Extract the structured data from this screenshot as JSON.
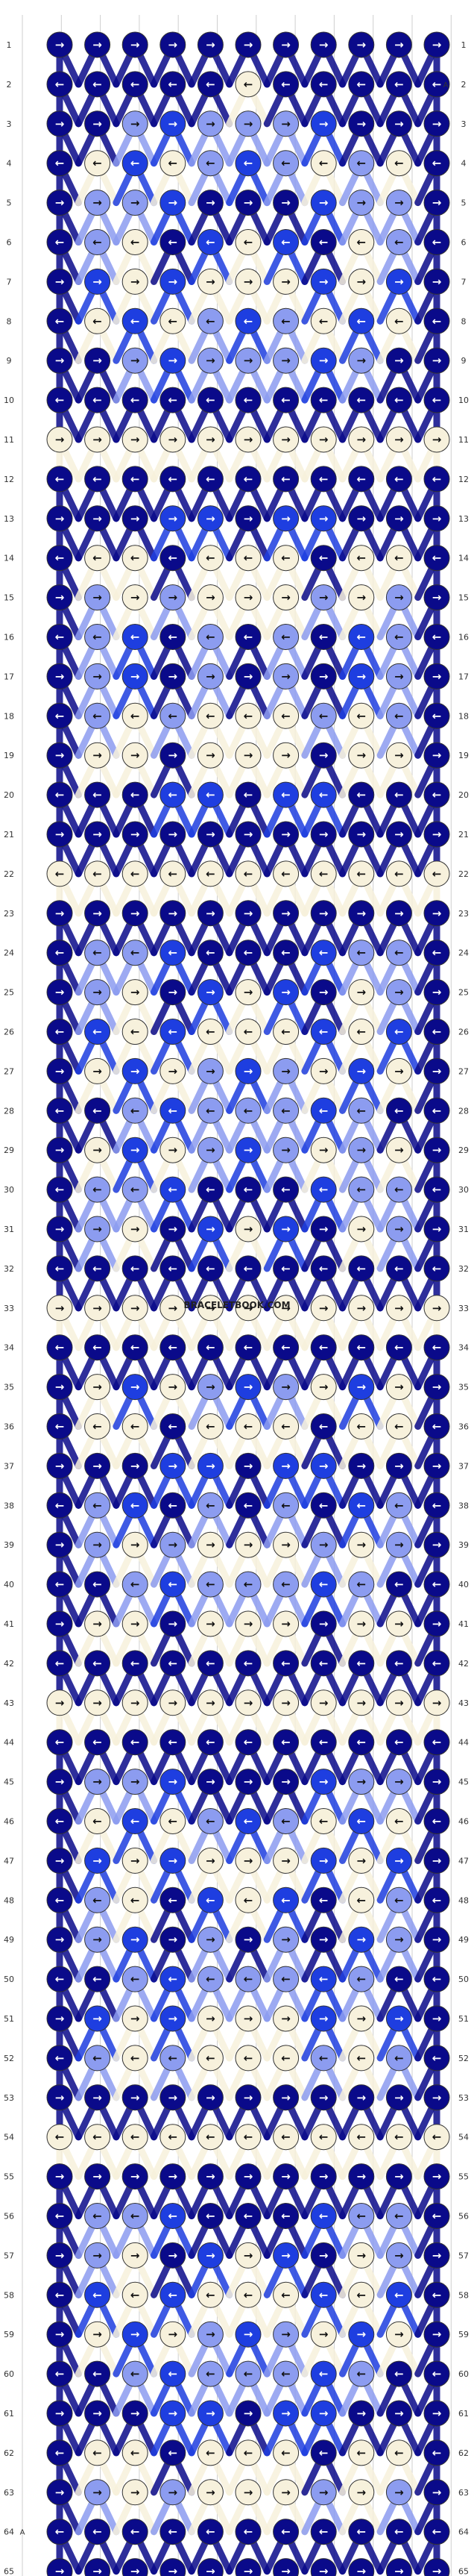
{
  "watermark": "BRACELETBOOK.COM",
  "colors": {
    "A": "#0a0a8a",
    "B": "#1e3ee0",
    "C": "#8c9cf0",
    "D": "#f7f1dc"
  },
  "strings": [
    "D",
    "A",
    "A",
    "C",
    "B",
    "D",
    "D",
    "B",
    "C",
    "A",
    "A",
    "D"
  ],
  "pattern_rows": [
    "AAAAAAAAAAA",
    "AAAAADAAAAA",
    "AACBCCCBAAA",
    "ADBDCBCDCDA",
    "ACCBAAABCCA",
    "ACDABDBADCA",
    "ABDBDDDBDBA",
    "ADBDCBCDBDA",
    "AACBCCCBCAA",
    "AAAAAAAAAAA",
    "DDDDDDDDDDD",
    "AAAAAAAAAAA",
    "AAABBABBAAA",
    "ADDADDDADDA",
    "ACDCDDDCDCA",
    "ACBACACABCA",
    "ACBACACABCA",
    "ACDCDDDCDCA",
    "ADDADDDADDA",
    "AAABBABBAAA",
    "AAAAAAAAAAA",
    "DDDDDDDDDDD",
    "AAAAAAAAAAA",
    "ACCBAAABCCA",
    "ACDABDBADCA",
    "ABDBDDDBDBA",
    "ADBDCBCDBDA",
    "AACBCCCBCAA",
    "ADBDCBCDCDA",
    "ACCBAAABCCA",
    "ACDABDBADCA",
    "AAAAAAAAAAA",
    "DDDDDDDDDDD",
    "AAAAAAAAAAA",
    "ADBDCBCDBDA",
    "ADDADDDADDA",
    "AAABBABBAAA",
    "ACBACACABCA",
    "ACDCDDDCDCA",
    "AACBCCCBCAA",
    "ADDADDDADDA",
    "AAAAAAAAAAA",
    "DDDDDDDDDDD",
    "AAAAAAAAAAA",
    "ACCBAAABCCA",
    "ADBDCBCDBDA",
    "ABDBDDDBDBA",
    "ACDABDBADCA",
    "ACBACACABCA",
    "AACBCCCBCAA",
    "ABDBDDDBDBA",
    "ACDCDDDCDCA",
    "AAAAAAAAAAA",
    "DDDDDDDDDDD",
    "AAAAAAAAAAA",
    "ACCBAAABCCA",
    "ACDABDBADCA",
    "ABDBDDDBDBA",
    "ADBDCBCDBDA",
    "AACBCCCBCAA",
    "AAABBABBAAA",
    "ADDADDDADDA",
    "ACDCDDDCDCA",
    "AAAAAAAAAAA",
    "AAAAAAAAAAA"
  ],
  "arrow_rows": [
    "RRRRRRRRRRR",
    "LLLLLLLLLLL",
    "RRRRRRRRRRR",
    "LLLLLLLLLLL",
    "RRRRRRRRRRR",
    "LLLLLLLLLLL",
    "RRRRRRRRRRR",
    "LLLLLLLLLLL",
    "RRRRRRRRRRR",
    "LLLLLLLLLLL",
    "RRRRRRRRRRR",
    "LLLLLLLLLLL",
    "RRRRRRRRRRR",
    "LLLLLLLLLLL",
    "RRRRRRRRRRR",
    "LLLLLLLLLLL",
    "RRRRRRRRRRR",
    "LLLLLLLLLLL",
    "RRRRRRRRRRR",
    "LLLLLLLLLLL",
    "RRRRRRRRRRR",
    "LLLLLLLLLLL",
    "RRRRRRRRRRR",
    "LLLLLLLLLLL",
    "RRRRRRRRRRR",
    "LLLLLLLLLLL",
    "RRRRRRRRRRR",
    "LLLLLLLLLLL",
    "RRRRRRRRRRR",
    "LLLLLLLLLLL",
    "RRRRRRRRRRR",
    "LLLLLLLLLLL",
    "RRRRRRRRRRR",
    "LLLLLLLLLLL",
    "RRRRRRRRRRR",
    "LLLLLLLLLLL",
    "RRRRRRRRRRR",
    "LLLLLLLLLLL",
    "RRRRRRRRRRR",
    "LLLLLLLLLLL",
    "RRRRRRRRRRR",
    "LLLLLLLLLLL",
    "RRRRRRRRRRR",
    "LLLLLLLLLLL",
    "RRRRRRRRRRR",
    "LLLLLLLLLLL",
    "RRRRRRRRRRR",
    "LLLLLLLLLLL",
    "RRRRRRRRRRR",
    "LLLLLLLLLLL",
    "RRRRRRRRRRR",
    "LLLLLLLLLLL",
    "RRRRRRRRRRR",
    "LLLLLLLLLLL",
    "RRRRRRRRRRR",
    "LLLLLLLLLLL",
    "RRRRRRRRRRR",
    "LLLLLLLLLLL",
    "RRRRRRRRRRR",
    "LLLLLLLLLLL",
    "RRRRRRRRRRR",
    "LLLLLLLLLLL",
    "RRRRRRRRRRR",
    "LLLLLLLLLLL",
    "RRRRRRRRRRR"
  ],
  "row_numbers": [
    "1",
    "2",
    "3",
    "4",
    "5",
    "6",
    "7",
    "8",
    "9",
    "10",
    "11",
    "12",
    "13",
    "14",
    "15",
    "16",
    "17",
    "18",
    "19",
    "20",
    "21",
    "22",
    "23",
    "24",
    "25",
    "26",
    "27",
    "28",
    "29",
    "30",
    "31",
    "32",
    "33",
    "34",
    "35",
    "36",
    "37",
    "38",
    "39",
    "40",
    "41",
    "42",
    "43",
    "44",
    "45",
    "46",
    "47",
    "48",
    "49",
    "50",
    "51",
    "52",
    "53",
    "54",
    "55",
    "56",
    "57",
    "58",
    "59",
    "60",
    "61",
    "62",
    "63",
    "64",
    "65"
  ],
  "pin_labels": {
    "left": "A",
    "right": "A"
  }
}
